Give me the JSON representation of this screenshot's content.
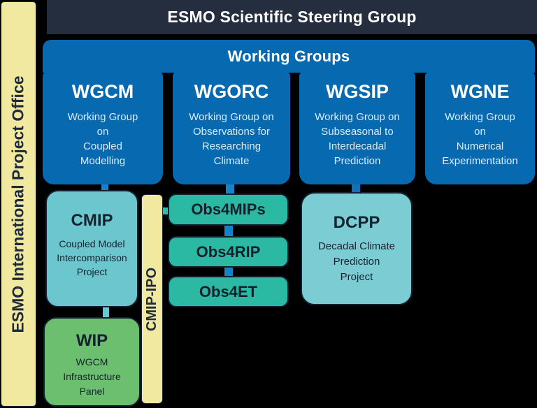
{
  "colors": {
    "background": "#000000",
    "navy_bar": "#242e3f",
    "blue": "#0769b0",
    "blue_tab": "#1583c8",
    "teal_box": "#2bb9a4",
    "cyan_box": "#6cc6cd",
    "cyan_box_light": "#7cccd3",
    "green_box": "#6cbf6e",
    "yellow_bar": "#f2e9a0",
    "dark_text": "#16222f",
    "white_text": "#ffffff"
  },
  "left_bar": {
    "label": "ESMO International Project Office"
  },
  "header": {
    "title": "ESMO Scientific Steering Group"
  },
  "working_groups": {
    "title": "Working Groups",
    "columns": [
      {
        "title": "WGCM",
        "lines": [
          "Working Group",
          "on",
          "Coupled",
          "Modelling"
        ]
      },
      {
        "title": "WGORC",
        "lines": [
          "Working Group on",
          "Observations for",
          "Researching",
          "Climate"
        ]
      },
      {
        "title": "WGSIP",
        "lines": [
          "Working Group on",
          "Subseasonal to",
          "Interdecadal",
          "Prediction"
        ]
      },
      {
        "title": "WGNE",
        "lines": [
          "Working Group",
          "on",
          "Numerical",
          "Experimentation"
        ]
      }
    ]
  },
  "cmip": {
    "title": "CMIP",
    "lines": [
      "Coupled Model",
      "Intercomparison",
      "Project"
    ]
  },
  "cmip_ipo": {
    "label": "CMIP-IPO"
  },
  "wip": {
    "title": "WIP",
    "lines": [
      "WGCM",
      "Infrastructure",
      "Panel"
    ]
  },
  "obs": {
    "items": [
      "Obs4MIPs",
      "Obs4RIP",
      "Obs4ET"
    ]
  },
  "dcpp": {
    "title": "DCPP",
    "lines": [
      "Decadal Climate",
      "Prediction",
      "Project"
    ]
  }
}
